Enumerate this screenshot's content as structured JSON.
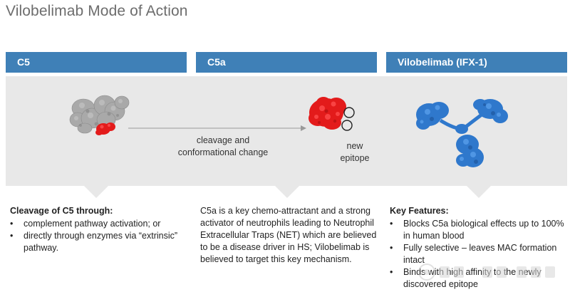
{
  "title": "Vilobelimab Mode of Action",
  "columns": [
    {
      "header": "C5",
      "heading": "Cleavage of C5 through:",
      "bullets": [
        "complement pathway activation; or",
        "directly through enzymes via “extrinsic” pathway."
      ]
    },
    {
      "header": "C5a",
      "text": "C5a is a key chemo-attractant and a strong activator of neutrophils leading to Neutrophil Extracellular Traps (NET) which are believed to be a disease driver in HS; Vilobelimab is believed to target this key mechanism."
    },
    {
      "header": "Vilobelimab (IFX-1)",
      "heading": "Key Features:",
      "bullets": [
        "Blocks C5a biological effects up to 100% in human blood",
        "Fully selective – leaves MAC formation intact",
        "Binds with high affinity to the newly discovered epitope"
      ]
    }
  ],
  "diagram": {
    "arrow_label_line1": "cleavage and",
    "arrow_label_line2": "conformational change",
    "epitope_label_line1": "new",
    "epitope_label_line2": "epitope"
  },
  "colors": {
    "header_bg": "#3f80b7",
    "panel_bg": "#e8e8e8",
    "c5_protein": "#a8a8a8",
    "c5a_protein": "#e31b1b",
    "antibody": "#2f78cc"
  }
}
